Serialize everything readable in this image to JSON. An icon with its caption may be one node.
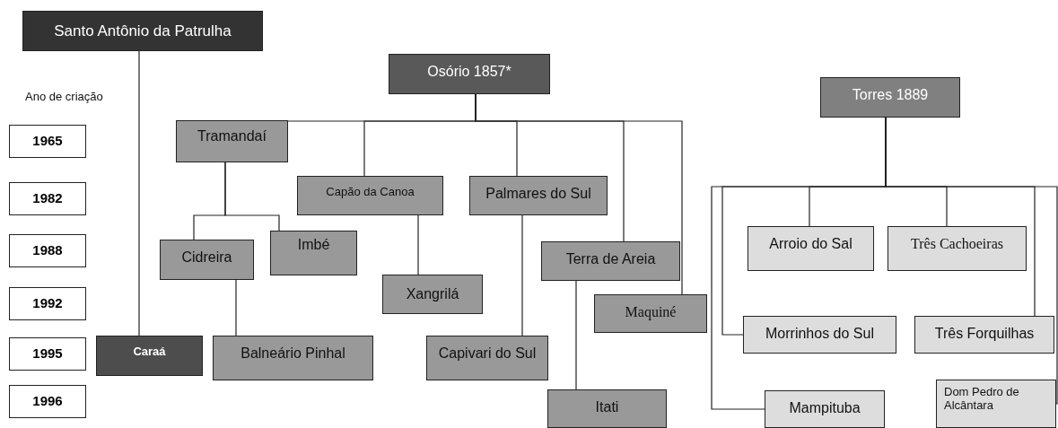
{
  "diagram": {
    "nodes": [
      {
        "text": [
          "Santo Antônio da Patrulha"
        ]
      },
      {
        "text": [
          "Osório 1857*"
        ]
      },
      {
        "text": [
          "Torres 1889"
        ]
      },
      {
        "text": [
          "1965"
        ]
      },
      {
        "text": [
          "Tramandaí"
        ]
      },
      {
        "text": [
          "1982"
        ]
      },
      {
        "text": [
          "Capão da Canoa"
        ]
      },
      {
        "text": [
          "Palmares do Sul"
        ]
      },
      {
        "text": [
          "Arroio do Sal"
        ]
      },
      {
        "text": [
          "Três Cachoeiras"
        ]
      },
      {
        "text": [
          "1988"
        ]
      },
      {
        "text": [
          "Cidreira"
        ]
      },
      {
        "text": [
          "Imbé"
        ]
      },
      {
        "text": [
          "Terra de Areia"
        ]
      },
      {
        "text": [
          "Xangrilá"
        ]
      },
      {
        "text": [
          "1992"
        ]
      },
      {
        "text": [
          "Maquiné"
        ]
      },
      {
        "text": [
          "Morrinhos do Sul"
        ]
      },
      {
        "text": [
          "Três Forquilhas"
        ]
      },
      {
        "text": [
          "1995"
        ]
      },
      {
        "text": [
          "Caraá"
        ]
      },
      {
        "text": [
          "Balneário Pinhal"
        ]
      },
      {
        "text": [
          "Capivari do Sul"
        ]
      },
      {
        "text": [
          "Dom Pedro de Alcântara"
        ]
      },
      {
        "text": [
          "Mampituba"
        ]
      },
      {
        "text": [
          "1996"
        ]
      },
      {
        "text": [
          "Itati"
        ]
      }
    ],
    "edges": [
      {
        "from": 0,
        "to": 20,
        "arrow": "none"
      },
      {
        "from": 1,
        "to": 4,
        "arrow": "none"
      },
      {
        "from": 1,
        "to": 6,
        "arrow": "none"
      },
      {
        "from": 1,
        "to": 7,
        "arrow": "none"
      },
      {
        "from": 1,
        "to": 13,
        "arrow": "none"
      },
      {
        "from": 1,
        "to": 16,
        "arrow": "none"
      },
      {
        "from": 4,
        "to": 11,
        "arrow": "none"
      },
      {
        "from": 4,
        "to": 12,
        "arrow": "none"
      },
      {
        "from": 11,
        "to": 21,
        "arrow": "none"
      },
      {
        "from": 6,
        "to": 14,
        "arrow": "none"
      },
      {
        "from": 7,
        "to": 22,
        "arrow": "none"
      },
      {
        "from": 13,
        "to": 26,
        "arrow": "none"
      },
      {
        "from": 2,
        "to": 8,
        "arrow": "none"
      },
      {
        "from": 2,
        "to": 9,
        "arrow": "none"
      },
      {
        "from": 2,
        "to": 18,
        "arrow": "none"
      },
      {
        "from": 2,
        "to": 17,
        "arrow": "none"
      },
      {
        "from": 2,
        "to": 24,
        "arrow": "none"
      },
      {
        "from": 2,
        "to": 23,
        "arrow": "none"
      }
    ],
    "labels": [
      "Ano de criação"
    ]
  }
}
